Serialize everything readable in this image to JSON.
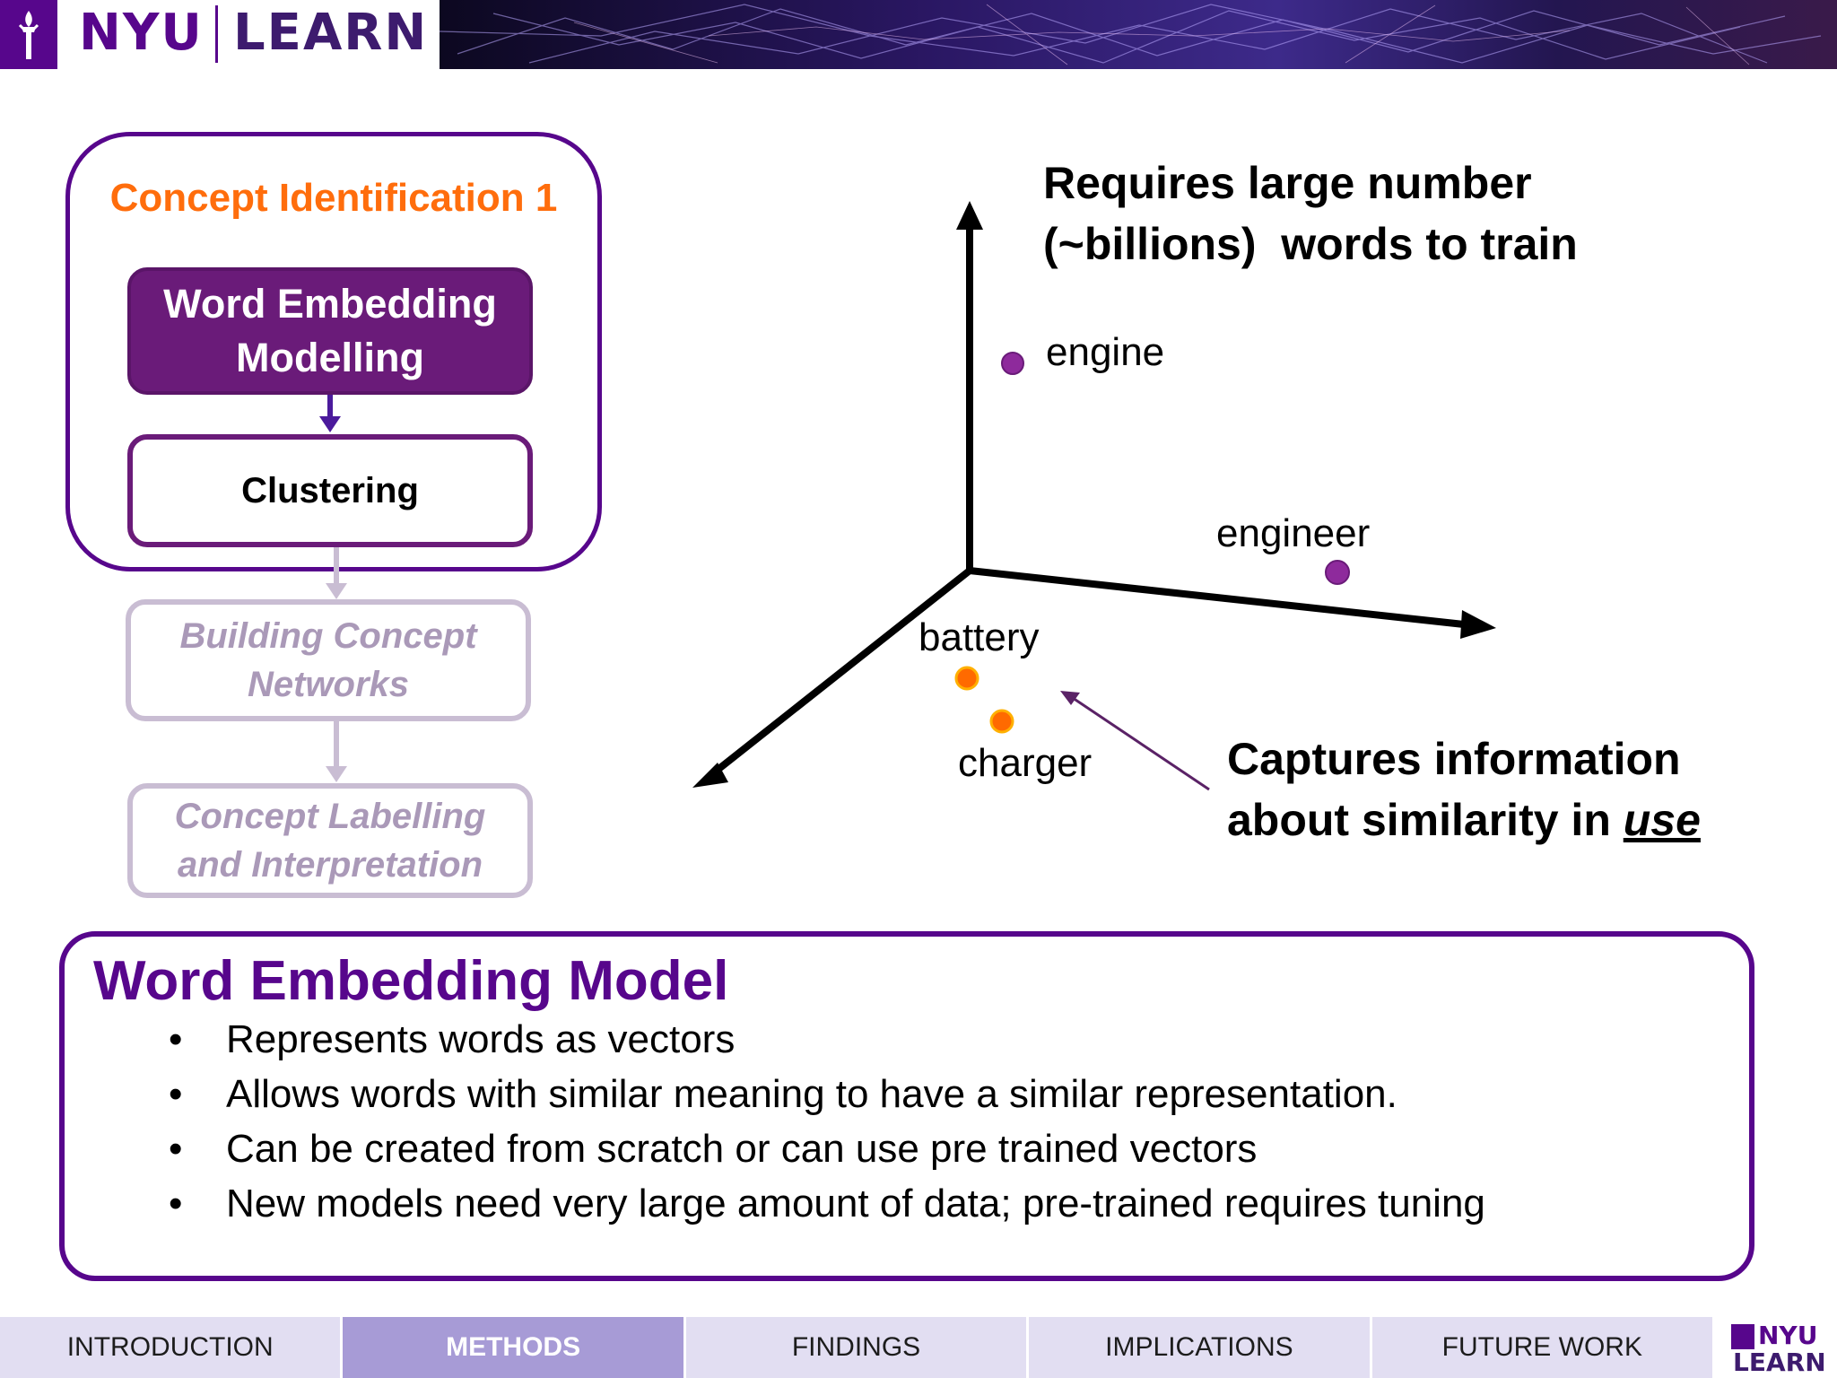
{
  "header": {
    "logo_nyu": "NYU",
    "logo_learn": "LEARN",
    "brand_color": "#57068c"
  },
  "flowchart": {
    "frame_title": "Concept Identification 1",
    "step1_line1": "Word Embedding",
    "step1_line2": "Modelling",
    "step2": "Clustering",
    "step3_line1": "Building Concept",
    "step3_line2": "Networks",
    "step4_line1": "Concept Labelling",
    "step4_line2": "and Interpretation"
  },
  "diagram": {
    "requirement_line1": "Requires large number",
    "requirement_line2": "(~billions)  words to train",
    "points": {
      "engine": "engine",
      "engineer": "engineer",
      "battery": "battery",
      "charger": "charger"
    },
    "point_colors": {
      "engine": "#8e2a9c",
      "engineer": "#8e2a9c",
      "battery": "#ff6a00",
      "charger": "#ff6a00"
    },
    "caption_line1": "Captures information",
    "caption_line2_prefix": "about similarity in ",
    "caption_emphasis": "use"
  },
  "model": {
    "title": "Word Embedding Model",
    "bullet_symbol": "•",
    "bullets": [
      "Represents words as vectors",
      "Allows words with similar meaning to have a similar representation.",
      "Can be created from scratch or can use pre trained vectors",
      "New models need very large amount of data; pre-trained requires tuning"
    ]
  },
  "nav": {
    "tabs": [
      "INTRODUCTION",
      "METHODS",
      "FINDINGS",
      "IMPLICATIONS",
      "FUTURE WORK"
    ],
    "active": "METHODS",
    "logo_nyu": "NYU",
    "logo_learn": "LEARN"
  }
}
